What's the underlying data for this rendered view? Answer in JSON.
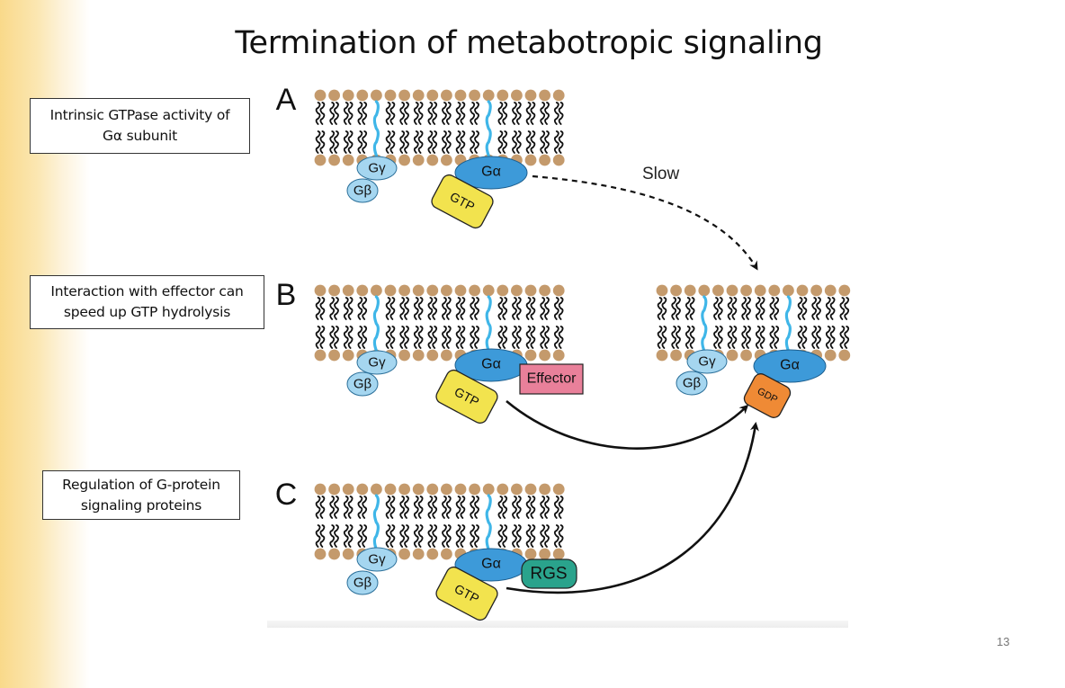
{
  "title": "Termination of metabotropic signaling",
  "page_number": "13",
  "labels": {
    "a": [
      "Intrinsic GTPase activity of",
      "Gα subunit"
    ],
    "b": [
      "Interaction with effector can",
      "speed up GTP hydrolysis"
    ],
    "c": [
      "Regulation of G-protein",
      "signaling proteins"
    ]
  },
  "diagram": {
    "panel_letters": [
      "A",
      "B",
      "C"
    ],
    "slow_label": "Slow",
    "gamma": "Gγ",
    "beta": "Gβ",
    "alpha": "Gα",
    "gtp": "GTP",
    "gdp": "GDP",
    "effector": "Effector",
    "rgs": "RGS"
  },
  "colors": {
    "head": "#c49a6c",
    "light_blue": "#a5d6f0",
    "blue": "#3d9ad9",
    "gtp_yellow": "#f2e34e",
    "gdp_orange": "#ef8a35",
    "effector_pink": "#e9809a",
    "rgs_teal": "#2aa38c",
    "tail_blue": "#3fb6e8"
  }
}
